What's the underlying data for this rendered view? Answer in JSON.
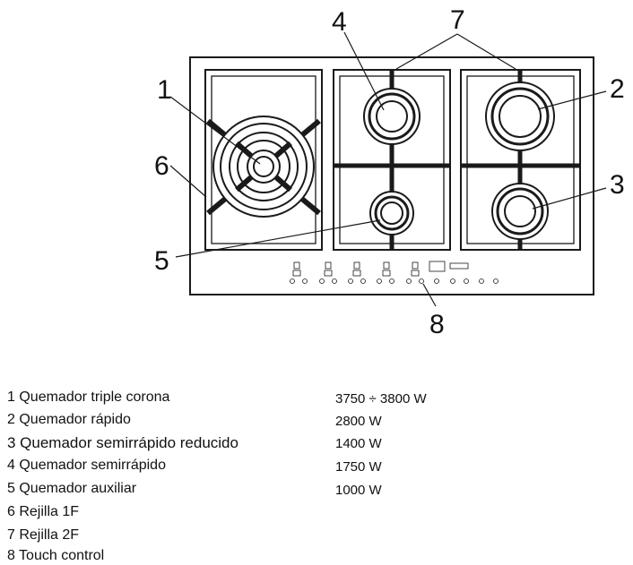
{
  "diagram": {
    "callouts": [
      "1",
      "2",
      "3",
      "4",
      "5",
      "6",
      "7",
      "8"
    ]
  },
  "legend": [
    {
      "name": "1 Quemador triple corona",
      "power": "3750 ÷ 3800 W"
    },
    {
      "name": "2 Quemador rápido",
      "power": "2800 W"
    },
    {
      "name": "3 Quemador semirrápido reducido",
      "power": "1400 W"
    },
    {
      "name": "4 Quemador semirrápido",
      "power": "1750 W"
    },
    {
      "name": "5 Quemador auxiliar",
      "power": "1000 W"
    },
    {
      "name": "6 Rejilla 1F",
      "power": ""
    },
    {
      "name": "7 Rejilla 2F",
      "power": ""
    },
    {
      "name": "8 Touch control",
      "power": ""
    }
  ]
}
